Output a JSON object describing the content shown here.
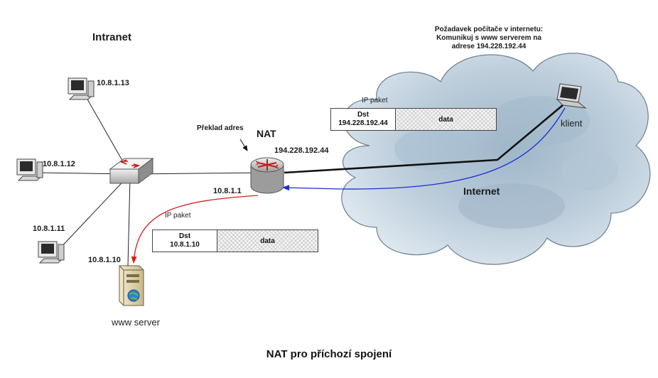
{
  "labels": {
    "intranet": "Intranet",
    "ip_13": "10.8.1.13",
    "ip_12": "10.8.1.12",
    "ip_11": "10.8.1.11",
    "ip_10": "10.8.1.10",
    "www_server": "www server",
    "preklad": "Překlad adres",
    "nat": "NAT",
    "public_ip": "194.228.192.44",
    "nat_inner_ip": "10.8.1.1",
    "internet": "Internet",
    "klient": "klient",
    "caption": "NAT pro příchozí spojení"
  },
  "request_note": [
    "Požadavek počítače v internetu:",
    "Komunikuj s www serverem na",
    "adrese 194.228.192.44"
  ],
  "packets": {
    "outer": {
      "title": "IP paket",
      "dst_label": "Dst",
      "dst_value": "194.228.192.44",
      "payload": "data"
    },
    "inner": {
      "title": "IP paket",
      "dst_label": "Dst",
      "dst_value": "10.8.1.10",
      "payload": "data"
    }
  },
  "colors": {
    "incoming_arrow": "#1a2fd6",
    "forwarded_arrow": "#d62020",
    "cloud": "#b9ccdb",
    "link": "#111111"
  },
  "icons": [
    "workstation-icon",
    "switch-icon",
    "router-icon",
    "server-icon",
    "laptop-icon",
    "cloud-icon"
  ]
}
